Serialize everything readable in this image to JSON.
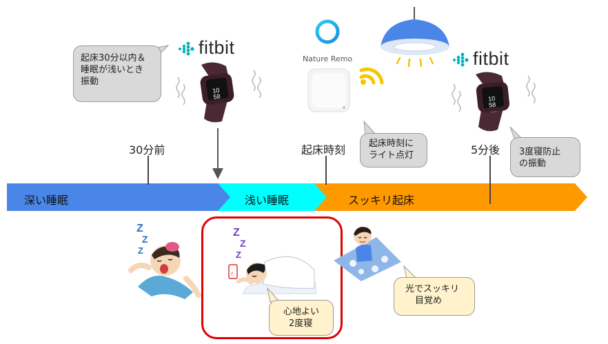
{
  "timeline": {
    "segments": [
      {
        "label": "深い睡眠",
        "color": "#4a86e8"
      },
      {
        "label": "浅い睡眠",
        "color": "#00ffff"
      },
      {
        "label": "スッキリ起床",
        "color": "#ff9900"
      }
    ],
    "markers": [
      {
        "label": "30分前"
      },
      {
        "label": "起床時刻"
      },
      {
        "label": "5分後"
      }
    ]
  },
  "brands": {
    "fitbit_left": "fitbit",
    "fitbit_right": "fitbit",
    "nature_remo": "Nature Remo"
  },
  "bubbles": {
    "vibrate_light_sleep": [
      "起床30分以内＆",
      "睡眠が浅いとき",
      "振動"
    ],
    "light_on": [
      "起床時刻に",
      "ライト点灯"
    ],
    "snooze_vibrate": [
      "3度寝防止",
      "の振動"
    ],
    "comfortable_nap": [
      "心地よい",
      "2度寝"
    ],
    "wake_with_light": [
      "光でスッキリ",
      "目覚め"
    ]
  },
  "zzz": [
    "Z",
    "Z",
    "Z"
  ],
  "colors": {
    "highlight_border": "#e00000",
    "deep": "#4a86e8",
    "light": "#00ffff",
    "wake": "#ff9900",
    "wifi": "#f7c600",
    "band": "#4a2834"
  }
}
